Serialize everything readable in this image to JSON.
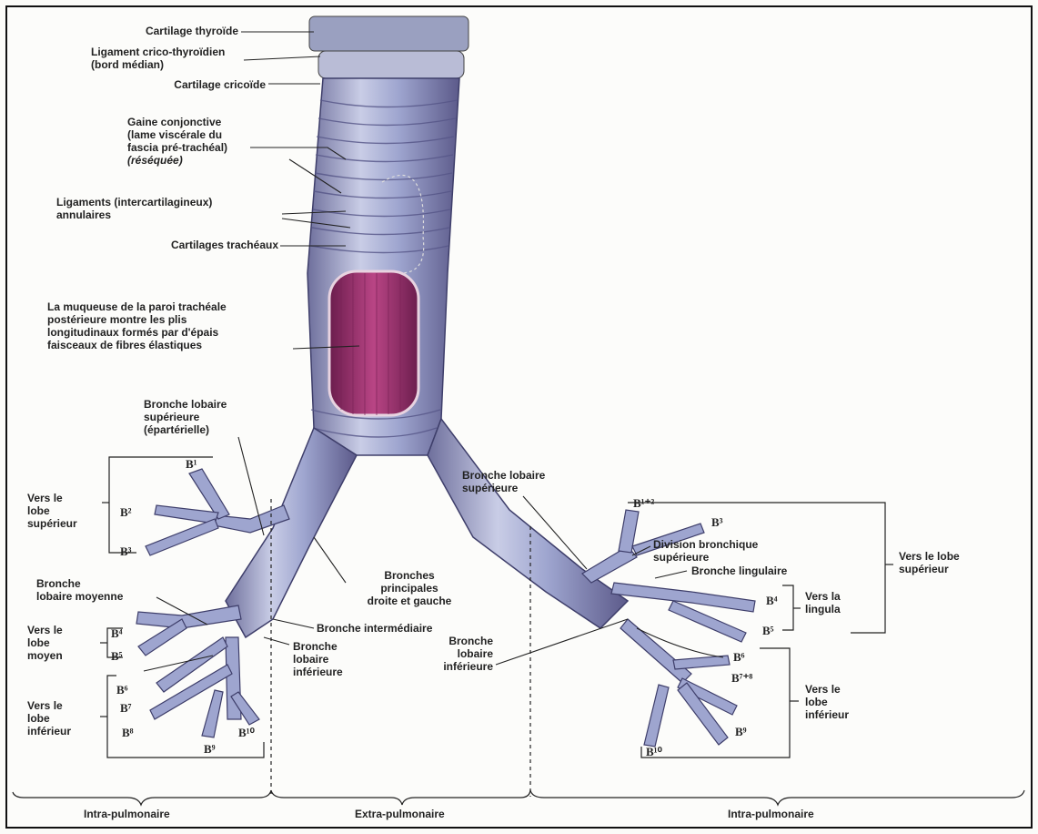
{
  "labels": {
    "cartilage_thyroide": "Cartilage thyroïde",
    "ligament_crico": "Ligament crico-thyroïdien\n(bord médian)",
    "cartilage_cricoide": "Cartilage cricoïde",
    "gaine": "Gaine conjonctive\n(lame viscérale du\nfascia pré-trachéal)",
    "gaine_reseq": "(réséquée)",
    "ligaments": "Ligaments (intercartilagineux)\nannulaires",
    "cartilages_tracheaux": "Cartilages trachéaux",
    "muqueuse": "La muqueuse de la paroi trachéale\npostérieure montre les plis\nlongitudinaux formés par d'épais\nfaisceaux de fibres élastiques",
    "bronche_lob_sup_right": "Bronche lobaire\nsupérieure\n(épartérielle)",
    "vers_lobe_sup_right": "Vers le\nlobe\nsupérieur",
    "bronche_lob_moy": "Bronche\nlobaire moyenne",
    "vers_lobe_moyen": "Vers le\nlobe\nmoyen",
    "vers_lobe_inf_right": "Vers le\nlobe\ninférieur",
    "bronches_principales": "Bronches\nprincipales\ndroite et gauche",
    "bronche_intermediaire": "Bronche intermédiaire",
    "bronche_lob_inf_right": "Bronche\nlobaire\ninférieure",
    "bronche_lob_sup_left": "Bronche lobaire\nsupérieure",
    "bronche_lob_inf_left": "Bronche\nlobaire\ninférieure",
    "division_bronchique": "Division bronchique\nsupérieure",
    "bronche_lingulaire": "Bronche lingulaire",
    "vers_lingula": "Vers la\nlingula",
    "vers_lobe_sup_left": "Vers le lobe\nsupérieur",
    "vers_lobe_inf_left": "Vers le\nlobe\ninférieur"
  },
  "segments": {
    "r_b1": "B¹",
    "r_b2": "B²",
    "r_b3": "B³",
    "r_b4": "B⁴",
    "r_b5": "B⁵",
    "r_b6": "B⁶",
    "r_b7": "B⁷",
    "r_b8": "B⁸",
    "r_b9": "B⁹",
    "r_b10": "B¹⁰",
    "l_b12": "B¹⁺²",
    "l_b3": "B³",
    "l_b4": "B⁴",
    "l_b5": "B⁵",
    "l_b6": "B⁶",
    "l_b78": "B⁷⁺⁸",
    "l_b9": "B⁹",
    "l_b10": "B¹⁰"
  },
  "regions": {
    "intra_left": "Intra-pulmonaire",
    "extra": "Extra-pulmonaire",
    "intra_right": "Intra-pulmonaire"
  },
  "colors": {
    "trachea": "#8a93b8",
    "mucosa": "#9b2f6e",
    "ink": "#222222"
  }
}
